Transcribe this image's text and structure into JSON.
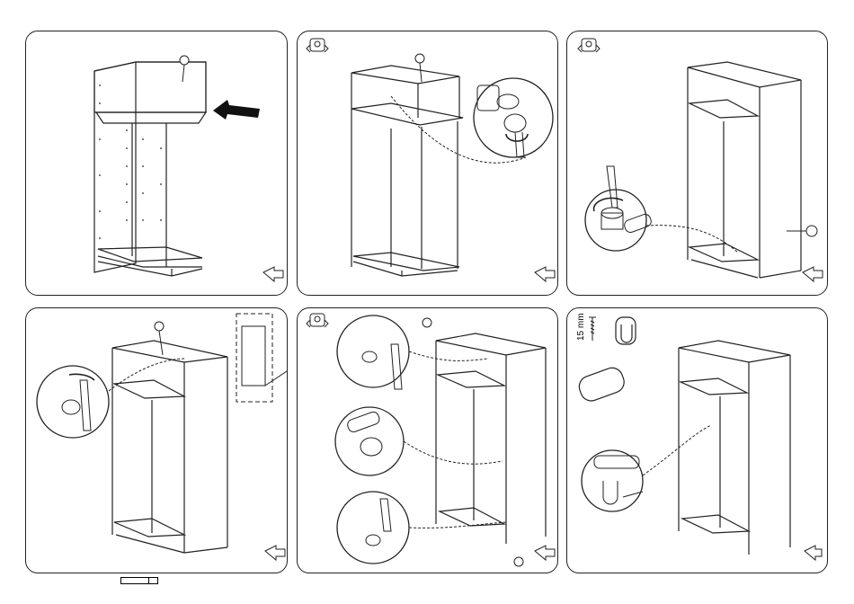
{
  "steps": [
    {
      "id": 1,
      "screw_label": ""
    },
    {
      "id": 2,
      "screw_label": ""
    },
    {
      "id": 3,
      "screw_label": ""
    },
    {
      "id": 4,
      "screw_label": ""
    },
    {
      "id": 5,
      "screw_label": ""
    },
    {
      "id": 6,
      "screw_label": "15 mm"
    }
  ],
  "icons": [
    "cam-lock-icon",
    "next-step-arrow-icon",
    "shelf-support-icon",
    "screw-icon"
  ],
  "colors": {
    "line": "#222222",
    "fill": "#ffffff",
    "arrow_fill": "#111111"
  }
}
